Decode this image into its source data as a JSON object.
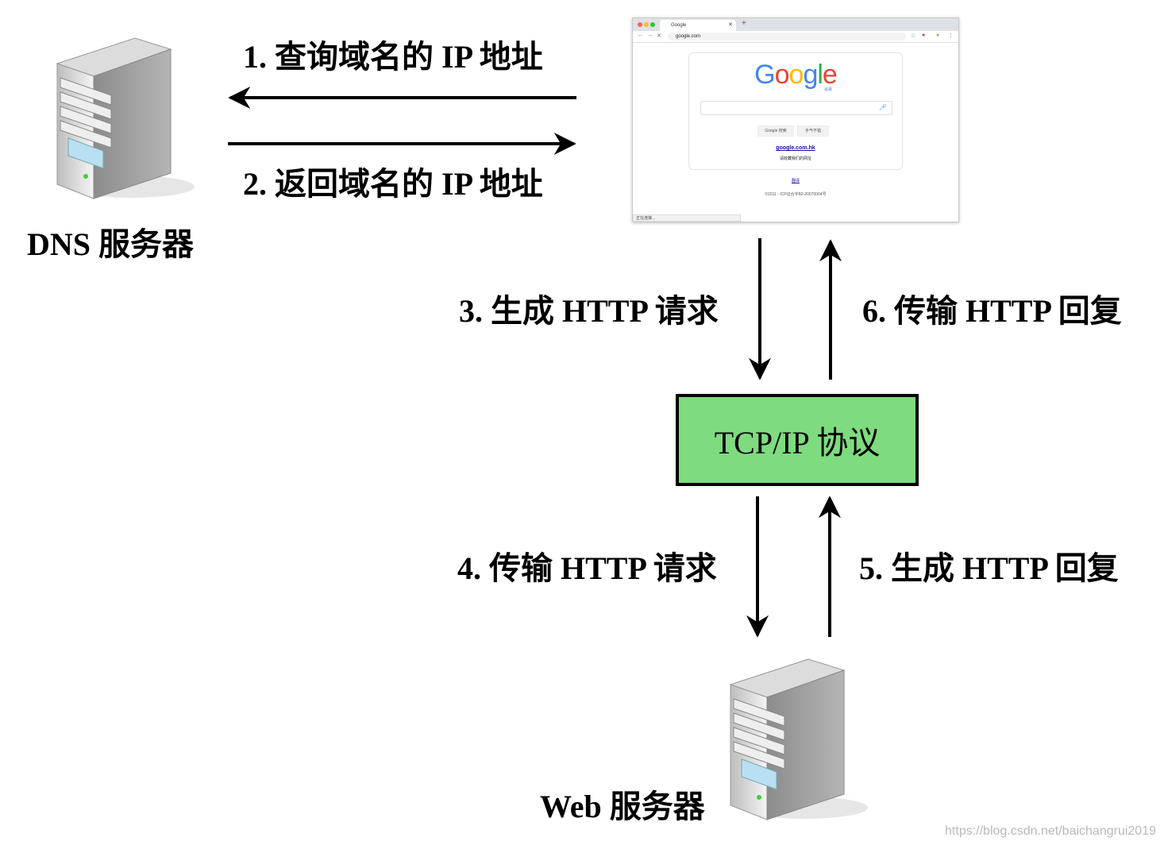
{
  "labels": {
    "step1": "1. 查询域名的 IP 地址",
    "step2": "2. 返回域名的 IP 地址",
    "step3": "3. 生成 HTTP 请求",
    "step4": "4. 传输 HTTP 请求",
    "step5": "5. 生成 HTTP 回复",
    "step6": "6. 传输 HTTP 回复",
    "dns_server": "DNS 服务器",
    "web_server": "Web 服务器",
    "protocol_box": "TCP/IP 协议"
  },
  "browser": {
    "tab_title": "Google",
    "url": "google.com",
    "logo_text": "Google",
    "logo_sub": "谷歌",
    "search_button": "Google 搜索",
    "lucky_button": "手气不错",
    "domain_link": "google.com.hk",
    "favorite_text": "请收藏我们的网址",
    "translate_link": "翻译",
    "footer_text": "©2011 - ICP证合字B2-20070004号",
    "status_text": "正在连接..."
  },
  "watermark": "https://blog.csdn.net/baichangrui2019",
  "colors": {
    "protocol_box": "#7fdb7f",
    "arrow": "#000000"
  }
}
